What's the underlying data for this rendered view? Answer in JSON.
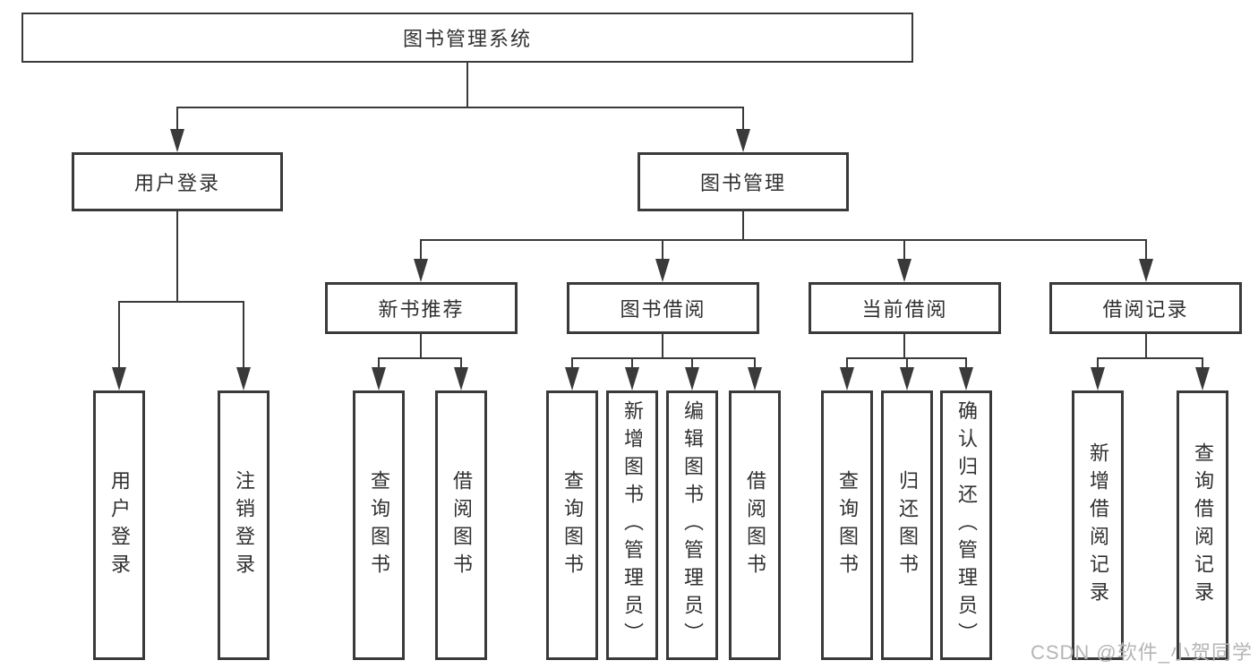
{
  "diagram": {
    "root": {
      "label": "图书管理系统"
    },
    "level2": [
      {
        "label": "用户登录"
      },
      {
        "label": "图书管理"
      }
    ],
    "level3": [
      {
        "label": "新书推荐",
        "parent": "图书管理"
      },
      {
        "label": "图书借阅",
        "parent": "图书管理"
      },
      {
        "label": "当前借阅",
        "parent": "图书管理"
      },
      {
        "label": "借阅记录",
        "parent": "图书管理"
      }
    ],
    "leaves": [
      {
        "label": "用户登录",
        "parent": "用户登录"
      },
      {
        "label": "注销登录",
        "parent": "用户登录"
      },
      {
        "label": "查询图书",
        "parent": "新书推荐"
      },
      {
        "label": "借阅图书",
        "parent": "新书推荐"
      },
      {
        "label": "查询图书",
        "parent": "图书借阅"
      },
      {
        "label": "新增图书（管理员）",
        "parent": "图书借阅"
      },
      {
        "label": "编辑图书（管理员）",
        "parent": "图书借阅"
      },
      {
        "label": "借阅图书",
        "parent": "图书借阅"
      },
      {
        "label": "查询图书",
        "parent": "当前借阅"
      },
      {
        "label": "归还图书",
        "parent": "当前借阅"
      },
      {
        "label": "确认归还（管理员）",
        "parent": "当前借阅"
      },
      {
        "label": "新增借阅记录",
        "parent": "借阅记录"
      },
      {
        "label": "查询借阅记录",
        "parent": "借阅记录"
      }
    ],
    "watermark": "CSDN @软件_小贺同学",
    "colors": {
      "line": "#3a3a3a",
      "text": "#303030",
      "watermark": "#b5b5b5",
      "background": "#ffffff"
    }
  }
}
